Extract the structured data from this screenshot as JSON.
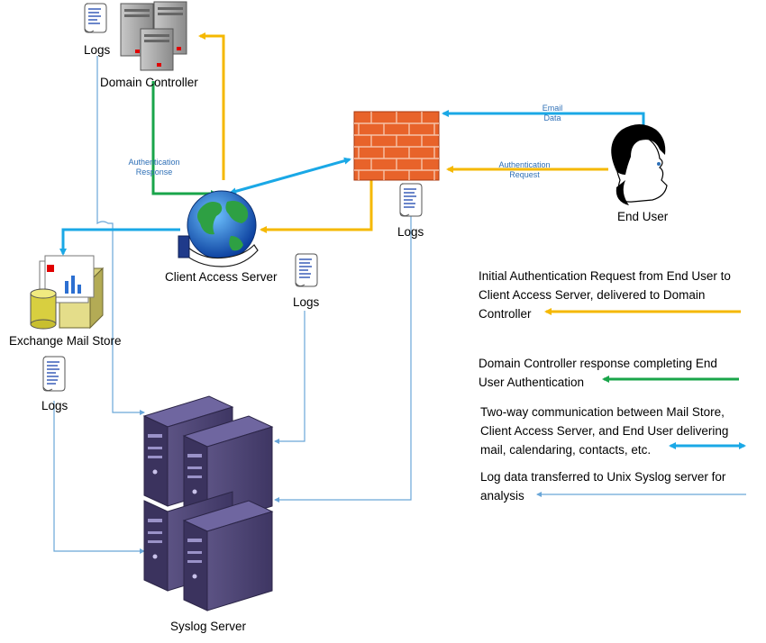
{
  "nodes": {
    "domain_controller": "Domain Controller",
    "client_access_server": "Client Access Server",
    "exchange_mail_store": "Exchange Mail Store",
    "end_user": "End User",
    "syslog_server": "Syslog Server"
  },
  "logs_label": "Logs",
  "flow_labels": {
    "auth_response": "Authentication Response",
    "email_data": "Email Data",
    "auth_request": "Authentication Request"
  },
  "legend": [
    {
      "text": "Initial Authentication Request from End User to Client Access Server, delivered to Domain Controller",
      "color": "#f5b800"
    },
    {
      "text": "Domain Controller response completing End User Authentication",
      "color": "#19a54a"
    },
    {
      "text": "Two-way communication between Mail Store, Client Access Server, and End User delivering mail, calendaring, contacts, etc.",
      "color": "#1aa8e6"
    },
    {
      "text": "Log data transferred to Unix Syslog server for analysis",
      "color": "#6aa6d8"
    }
  ],
  "colors": {
    "auth_request": "#f5b800",
    "auth_response": "#19a54a",
    "two_way": "#1aa8e6",
    "log_data": "#6aa6d8",
    "firewall": "#e8632a",
    "syslog_server": "#4a4170"
  }
}
